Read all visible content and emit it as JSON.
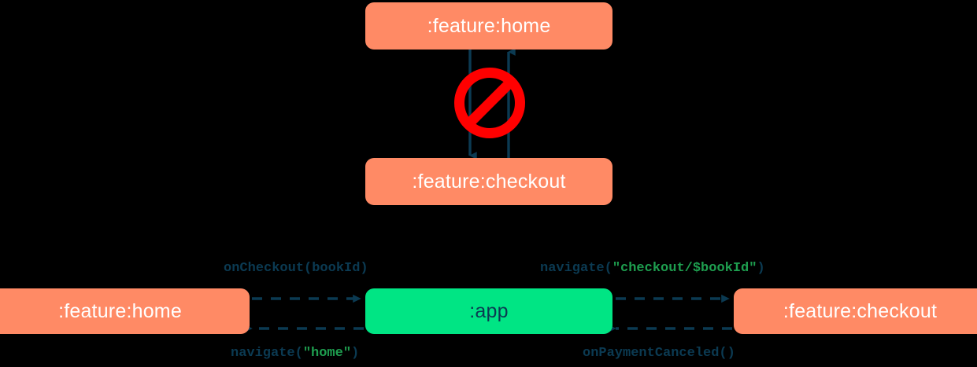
{
  "diagram": {
    "title": "Module navigation dependency diagram",
    "background_color": "#000000",
    "colors": {
      "feature_module": "#FF8A65",
      "app_module": "#00E584",
      "arrow": "#0B3A52",
      "code_text": "#0B3A52",
      "string_literal": "#1E9E4F",
      "forbidden": "#FF0000",
      "node_label_light": "#FFFFFF"
    }
  },
  "top_section": {
    "nodes": {
      "home": {
        "label": ":feature:home",
        "type": "feature-module"
      },
      "checkout": {
        "label": ":feature:checkout",
        "type": "feature-module"
      }
    },
    "edges": [
      {
        "name": "home-to-checkout",
        "direction": "down",
        "style": "solid"
      },
      {
        "name": "checkout-to-home",
        "direction": "up",
        "style": "solid"
      }
    ],
    "badge": {
      "icon": "forbidden-icon",
      "meaning": "not allowed"
    }
  },
  "bottom_section": {
    "nodes": {
      "home": {
        "label": ":feature:home",
        "type": "feature-module"
      },
      "app": {
        "label": ":app",
        "type": "app-module"
      },
      "checkout": {
        "label": ":feature:checkout",
        "type": "feature-module"
      }
    },
    "edges": [
      {
        "name": "home-to-app",
        "direction": "right",
        "style": "dashed",
        "label_parts": [
          {
            "text": "onCheckout(bookId)",
            "kind": "code"
          }
        ]
      },
      {
        "name": "app-to-checkout",
        "direction": "right",
        "style": "dashed",
        "label_parts": [
          {
            "text": "navigate(",
            "kind": "code"
          },
          {
            "text": "\"checkout/$bookId\"",
            "kind": "string"
          },
          {
            "text": ")",
            "kind": "code"
          }
        ]
      },
      {
        "name": "app-to-home",
        "direction": "left",
        "style": "dashed",
        "label_parts": [
          {
            "text": "navigate(",
            "kind": "code"
          },
          {
            "text": "\"home\"",
            "kind": "string"
          },
          {
            "text": ")",
            "kind": "code"
          }
        ]
      },
      {
        "name": "checkout-to-app",
        "direction": "left",
        "style": "dashed",
        "label_parts": [
          {
            "text": "onPaymentCanceled()",
            "kind": "code"
          }
        ]
      }
    ]
  },
  "labels": {
    "on_checkout": {
      "code_open": "onCheckout(bookId)"
    },
    "navigate_checkout": {
      "code_open": "navigate(",
      "string": "\"checkout/$bookId\"",
      "code_close": ")"
    },
    "navigate_home": {
      "code_open": "navigate(",
      "string": "\"home\"",
      "code_close": ")"
    },
    "on_payment_canceled": {
      "code_open": "onPaymentCanceled()"
    }
  }
}
